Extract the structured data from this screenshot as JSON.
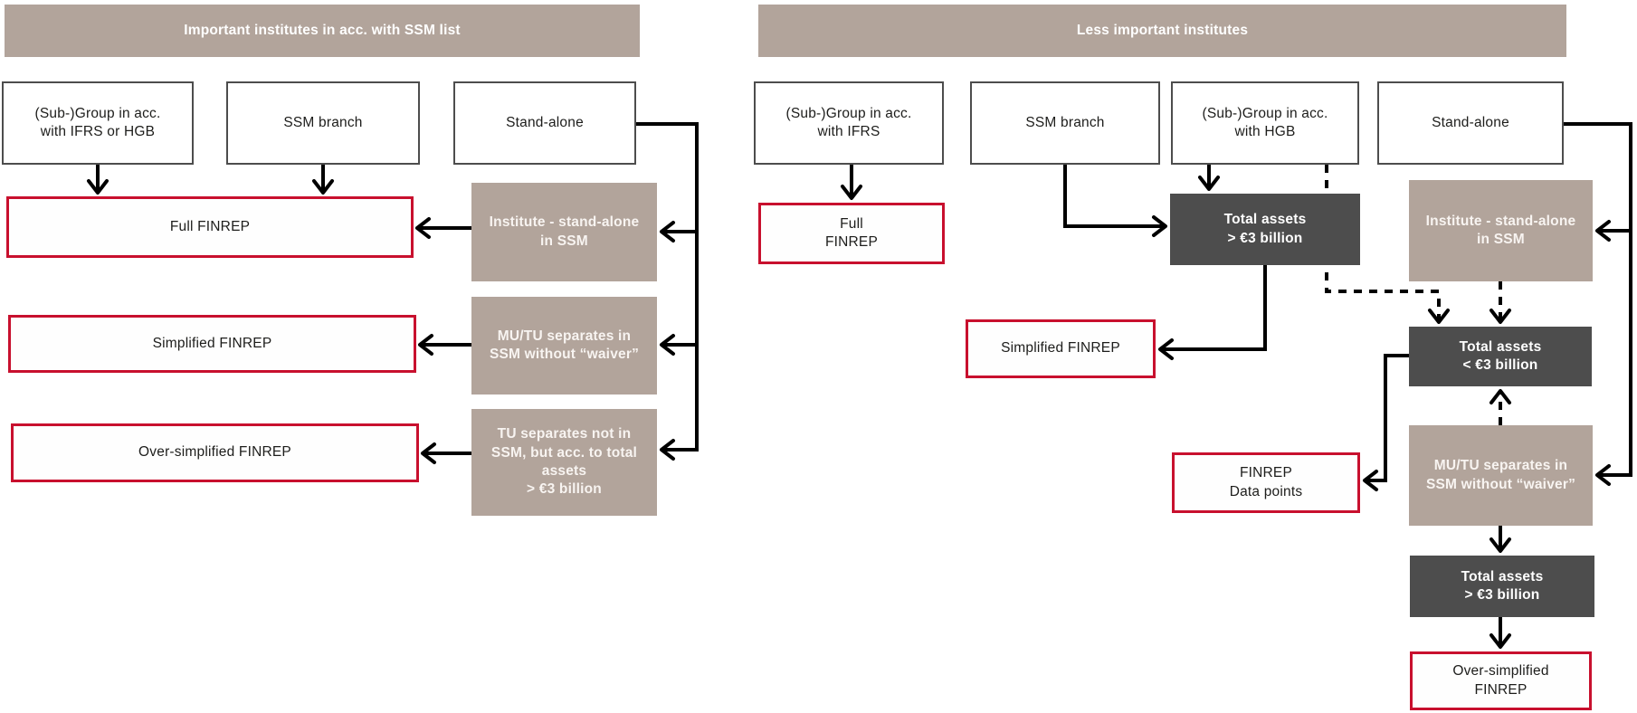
{
  "colors": {
    "tan": "#b2a49b",
    "dark_gray": "#4d4d4d",
    "red_border": "#c8102e",
    "box_border_gray": "#4d4d4d",
    "line_black": "#000000",
    "text_dark": "#1d1d1b",
    "text_on_color": "#ffffff"
  },
  "diagram": {
    "left": {
      "header": "Important institutes in acc. with SSM list",
      "nodes": {
        "group_ifrs_hgb": "(Sub-)Group in acc.\nwith IFRS or HGB",
        "ssm_branch": "SSM branch",
        "stand_alone": "Stand-alone",
        "full_finrep": "Full FINREP",
        "simplified_finrep": "Simplified FINREP",
        "over_simplified_finrep": "Over-simplified FINREP",
        "institute_stand_alone_ssm": "Institute - stand-alone\nin SSM",
        "mu_tu_separates_no_waiver": "MU/TU separates in\nSSM without “waiver”",
        "tu_separates_not_in_ssm": "TU separates not in\nSSM, but acc. to total\nassets\n> €3 billion"
      }
    },
    "right": {
      "header": "Less important institutes",
      "nodes": {
        "group_ifrs": "(Sub-)Group in acc.\nwith IFRS",
        "ssm_branch": "SSM branch",
        "group_hgb": "(Sub-)Group in acc.\nwith HGB",
        "stand_alone": "Stand-alone",
        "full_finrep": "Full\nFINREP",
        "total_assets_gt_3bn_top": "Total assets\n> €3 billion",
        "institute_stand_alone_ssm": "Institute - stand-alone\nin SSM",
        "simplified_finrep": "Simplified FINREP",
        "total_assets_lt_3bn": "Total assets\n< €3 billion",
        "finrep_data_points": "FINREP\nData points",
        "mu_tu_separates_no_waiver": "MU/TU separates in\nSSM without “waiver”",
        "total_assets_gt_3bn_bottom": "Total assets\n> €3 billion",
        "over_simplified_finrep": "Over-simplified\nFINREP"
      }
    }
  }
}
